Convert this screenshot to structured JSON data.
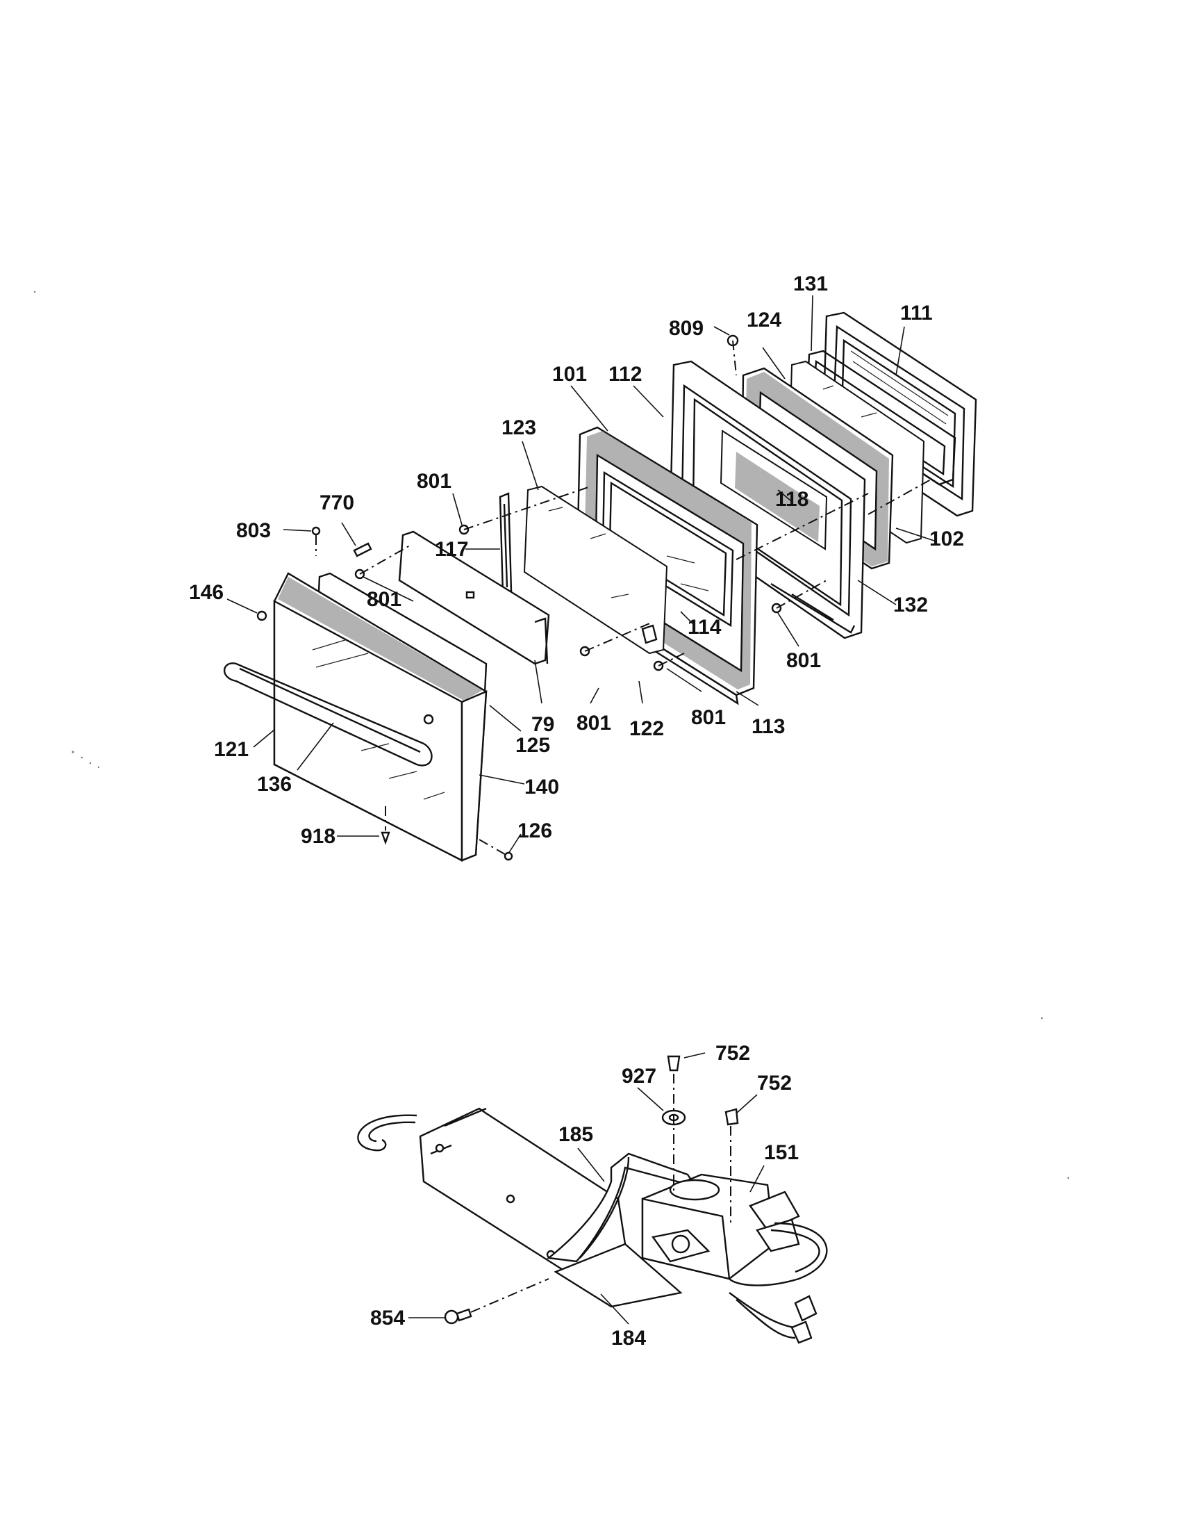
{
  "callouts": {
    "c131": "131",
    "c111": "111",
    "c809": "809",
    "c124": "124",
    "c101": "101",
    "c112": "112",
    "c123": "123",
    "c801a": "801",
    "c118": "118",
    "c770": "770",
    "c803": "803",
    "c117": "117",
    "c102": "102",
    "c146": "146",
    "c801b": "801",
    "c132": "132",
    "c114": "114",
    "c801c": "801",
    "c121": "121",
    "c79": "79",
    "c801d": "801",
    "c122": "122",
    "c801e": "801",
    "c113": "113",
    "c125": "125",
    "c136": "136",
    "c140": "140",
    "c918": "918",
    "c126": "126",
    "c752a": "752",
    "c927": "927",
    "c752b": "752",
    "c185": "185",
    "c151": "151",
    "c854": "854",
    "c184": "184"
  }
}
